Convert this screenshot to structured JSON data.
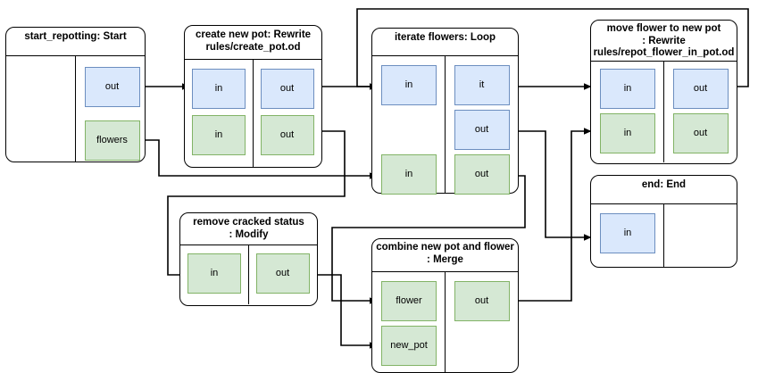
{
  "diagram": {
    "type": "flow-graph",
    "title_bar": null,
    "colors": {
      "blue_fill": "#dae8fc",
      "blue_stroke": "#6c8ebf",
      "green_fill": "#d5e8d4",
      "green_stroke": "#82b366",
      "node_stroke": "#000000",
      "edge_stroke": "#000000",
      "background": "#ffffff"
    },
    "nodes": [
      {
        "id": "start_repotting",
        "title": "start_repotting: Start",
        "title_lines": [
          "start_repotting: Start"
        ],
        "inputs": [],
        "outputs": [
          {
            "label": "out",
            "type": "blue"
          },
          {
            "label": "flowers",
            "type": "green"
          }
        ]
      },
      {
        "id": "create_new_pot",
        "title": "create new pot: Rewrite rules/create_pot.od",
        "title_lines": [
          "create new pot: Rewrite",
          "rules/create_pot.od"
        ],
        "inputs": [
          {
            "label": "in",
            "type": "blue"
          },
          {
            "label": "in",
            "type": "green"
          }
        ],
        "outputs": [
          {
            "label": "out",
            "type": "blue"
          },
          {
            "label": "out",
            "type": "green"
          }
        ]
      },
      {
        "id": "iterate_flowers",
        "title": "iterate flowers: Loop",
        "title_lines": [
          "iterate flowers: Loop"
        ],
        "inputs": [
          {
            "label": "in",
            "type": "blue"
          },
          {
            "label": "in",
            "type": "green"
          }
        ],
        "outputs": [
          {
            "label": "it",
            "type": "blue"
          },
          {
            "label": "out",
            "type": "blue"
          },
          {
            "label": "out",
            "type": "green"
          }
        ]
      },
      {
        "id": "move_flower_to_new_pot",
        "title": "move flower to new pot : Rewrite rules/repot_flower_in_pot.od",
        "title_lines": [
          "move flower to new pot",
          ": Rewrite",
          "rules/repot_flower_in_pot.od"
        ],
        "inputs": [
          {
            "label": "in",
            "type": "blue"
          },
          {
            "label": "in",
            "type": "green"
          }
        ],
        "outputs": [
          {
            "label": "out",
            "type": "blue"
          },
          {
            "label": "out",
            "type": "green"
          }
        ]
      },
      {
        "id": "end",
        "title": "end: End",
        "title_lines": [
          "end: End"
        ],
        "inputs": [
          {
            "label": "in",
            "type": "blue"
          }
        ],
        "outputs": []
      },
      {
        "id": "remove_cracked_status",
        "title": "remove cracked status : Modify",
        "title_lines": [
          "remove cracked status",
          ": Modify"
        ],
        "inputs": [
          {
            "label": "in",
            "type": "green"
          }
        ],
        "outputs": [
          {
            "label": "out",
            "type": "green"
          }
        ]
      },
      {
        "id": "combine_new_pot_and_flower",
        "title": "combine new pot and flower : Merge",
        "title_lines": [
          "combine new pot and flower",
          ": Merge"
        ],
        "inputs": [
          {
            "label": "flower",
            "type": "green"
          },
          {
            "label": "new_pot",
            "type": "green"
          }
        ],
        "outputs": [
          {
            "label": "out",
            "type": "green"
          }
        ]
      }
    ],
    "edges": [
      {
        "from": "start_repotting.out",
        "to": "create_new_pot.in(blue)"
      },
      {
        "from": "start_repotting.flowers",
        "to": "iterate_flowers.in(green)"
      },
      {
        "from": "create_new_pot.out(blue)",
        "to": "iterate_flowers.in(blue)"
      },
      {
        "from": "create_new_pot.out(green)",
        "to": "remove_cracked_status.in"
      },
      {
        "from": "iterate_flowers.it",
        "to": "move_flower_to_new_pot.in(blue)"
      },
      {
        "from": "iterate_flowers.out(blue)",
        "to": "end.in"
      },
      {
        "from": "iterate_flowers.out(green)",
        "to": "combine_new_pot_and_flower.flower"
      },
      {
        "from": "remove_cracked_status.out",
        "to": "combine_new_pot_and_flower.new_pot"
      },
      {
        "from": "combine_new_pot_and_flower.out",
        "to": "move_flower_to_new_pot.in(green)"
      },
      {
        "from": "move_flower_to_new_pot.out(blue)",
        "to": "iterate_flowers.in(blue)"
      }
    ]
  }
}
